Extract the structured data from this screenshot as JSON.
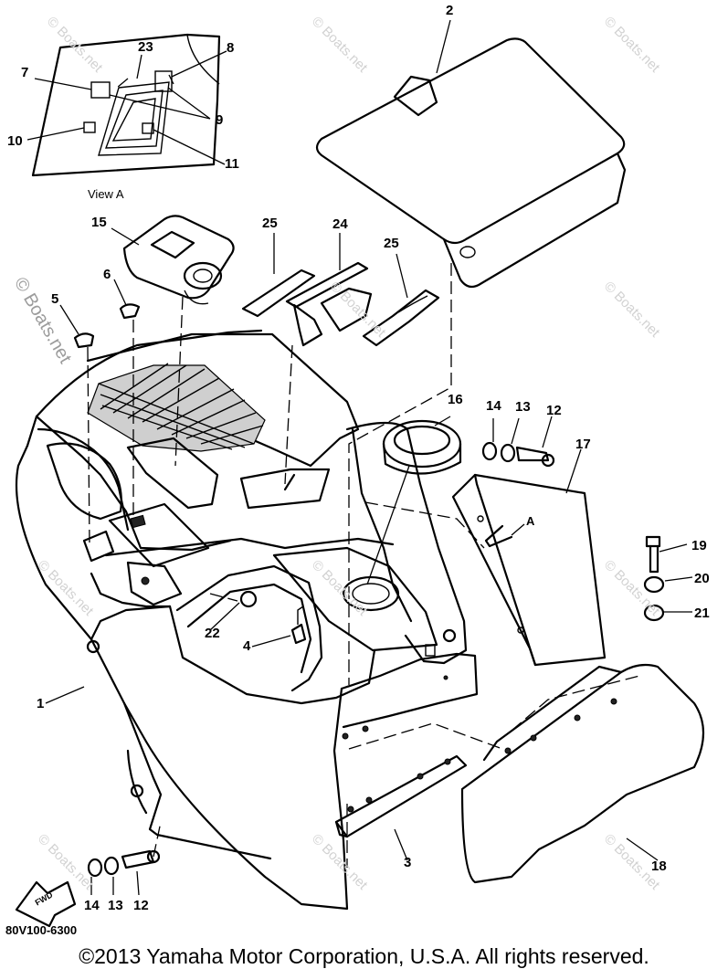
{
  "view": {
    "caption": "View A",
    "arrow_label": "A"
  },
  "fwd_label": "FWD",
  "part_code": "80V100-6300",
  "copyright": "©2013 Yamaha Motor Corporation, U.S.A. All rights reserved.",
  "watermark_text": "© Boats.net",
  "callouts": [
    {
      "id": "1",
      "label": "1"
    },
    {
      "id": "2",
      "label": "2"
    },
    {
      "id": "3",
      "label": "3"
    },
    {
      "id": "4",
      "label": "4"
    },
    {
      "id": "5",
      "label": "5"
    },
    {
      "id": "6",
      "label": "6"
    },
    {
      "id": "7",
      "label": "7"
    },
    {
      "id": "8",
      "label": "8"
    },
    {
      "id": "9",
      "label": "9"
    },
    {
      "id": "10",
      "label": "10"
    },
    {
      "id": "11",
      "label": "11"
    },
    {
      "id": "12a",
      "label": "12"
    },
    {
      "id": "12b",
      "label": "12"
    },
    {
      "id": "13a",
      "label": "13"
    },
    {
      "id": "13b",
      "label": "13"
    },
    {
      "id": "14a",
      "label": "14"
    },
    {
      "id": "14b",
      "label": "14"
    },
    {
      "id": "15",
      "label": "15"
    },
    {
      "id": "16",
      "label": "16"
    },
    {
      "id": "17",
      "label": "17"
    },
    {
      "id": "18",
      "label": "18"
    },
    {
      "id": "19",
      "label": "19"
    },
    {
      "id": "20",
      "label": "20"
    },
    {
      "id": "21",
      "label": "21"
    },
    {
      "id": "22",
      "label": "22"
    },
    {
      "id": "23",
      "label": "23"
    },
    {
      "id": "24",
      "label": "24"
    },
    {
      "id": "25a",
      "label": "25"
    },
    {
      "id": "25b",
      "label": "25"
    }
  ]
}
